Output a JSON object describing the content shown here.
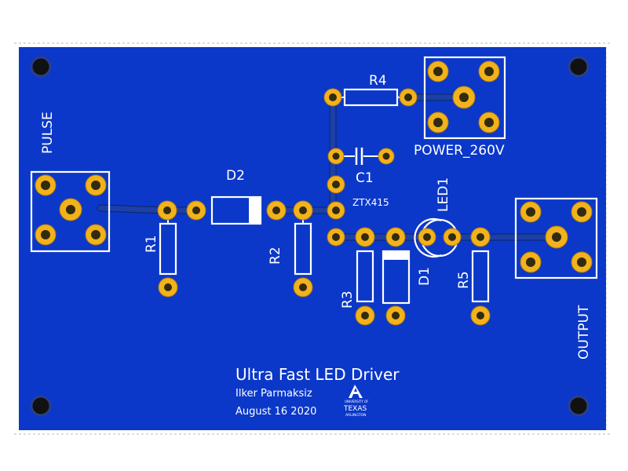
{
  "board": {
    "title": "Ultra Fast LED Driver",
    "author": "Ilker Parmaksiz",
    "date": "August 16 2020",
    "colors": {
      "substrate": "#0b38c8",
      "silkscreen": "#ffffff",
      "pad": "#f2b21c",
      "trace": "#1c3fa8",
      "background": "#ffffff"
    }
  },
  "logo": {
    "line1": "UNIVERSITY OF",
    "line2": "TEXAS",
    "line3": "ARLINGTON",
    "icon": "uta-a-logo-icon"
  },
  "connectors": {
    "pulse": "PULSE",
    "power": "POWER_260V",
    "output": "OUTPUT"
  },
  "components": {
    "d2": "D2",
    "r1": "R1",
    "r2": "R2",
    "r3": "R3",
    "r4": "R4",
    "r5": "R5",
    "c1": "C1",
    "d1": "D1",
    "led1": "LED1",
    "transistor": "ZTX415"
  }
}
